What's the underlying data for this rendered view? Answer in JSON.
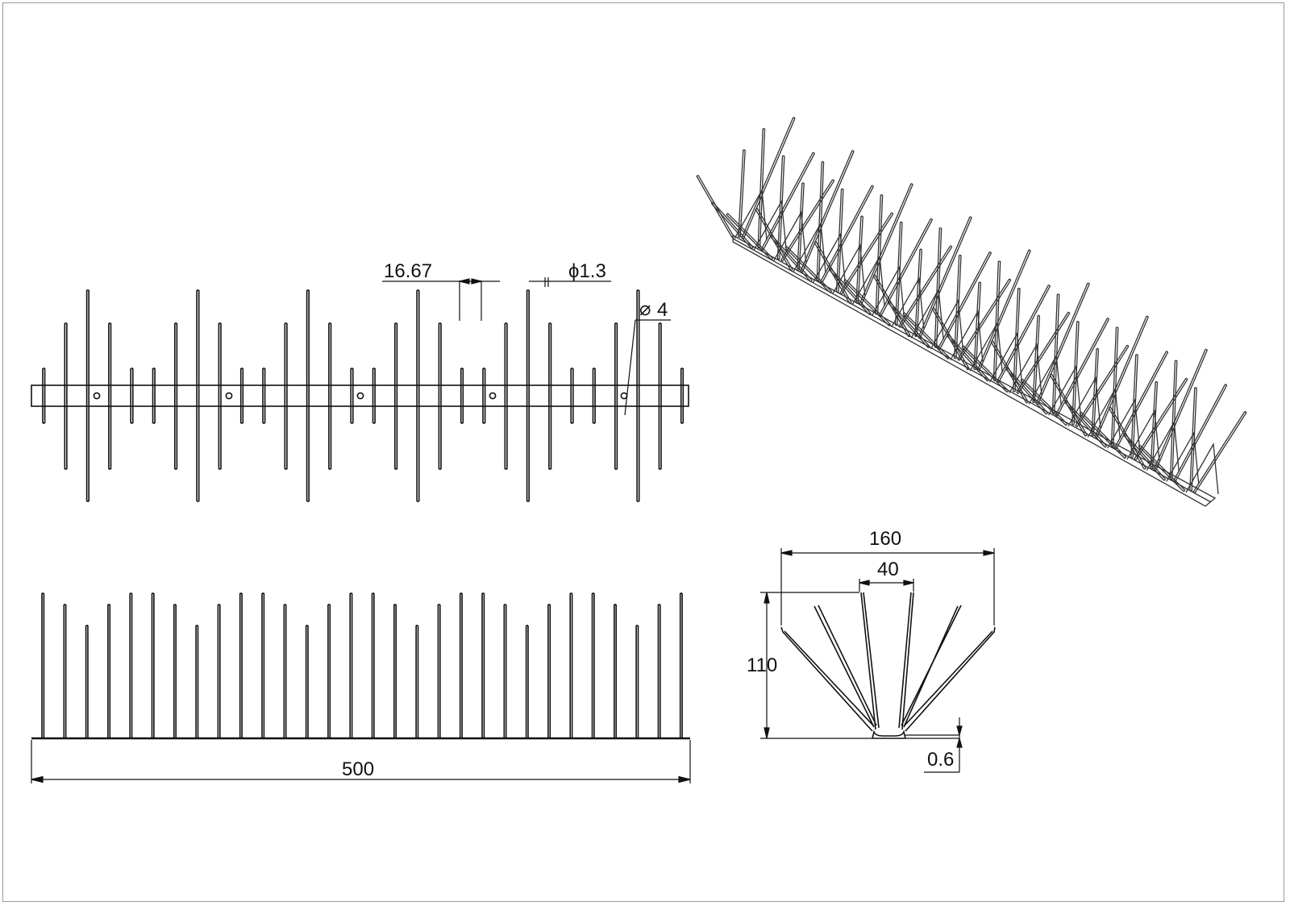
{
  "drawing": {
    "top_view": {
      "pitch_label": "16.67",
      "wire_dia_label": "ϕ1.3",
      "hole_dia_label": "4",
      "hole_dia_symbol": "⌀"
    },
    "front_view": {
      "length_label": "500"
    },
    "end_view": {
      "width_label": "160",
      "base_width_label": "40",
      "height_label": "110",
      "thickness_label": "0.6"
    }
  },
  "colors": {
    "line": "#111111",
    "iso_line": "#333333",
    "frame": "#9a9a9a"
  }
}
